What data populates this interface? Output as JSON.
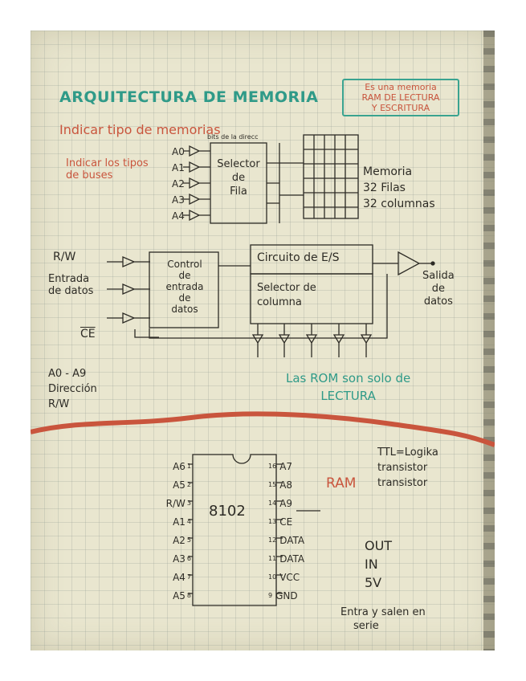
{
  "title": "ARQUITECTURA DE MEMORIA",
  "box_note": [
    "Es una memoria",
    "RAM DE LECTURA",
    "Y ESCRITURA"
  ],
  "red_notes": {
    "tipo_memoria": "Indicar tipo de memorias",
    "buses": [
      "Indicar los tipos",
      "de buses"
    ],
    "bus_label": "bits de la direcc"
  },
  "addr_inputs": [
    "A0",
    "A1",
    "A2",
    "A3",
    "A4"
  ],
  "row_selector": [
    "Selector",
    "de",
    "Fila"
  ],
  "memory_info": [
    "Memoria",
    "32 Filas",
    "32 columnas"
  ],
  "control_inputs": [
    "R/W",
    "Entrada de datos",
    "CE"
  ],
  "control_block": [
    "Control",
    "de",
    "entrada",
    "de",
    "datos"
  ],
  "io_circuit": "Circuito de E/S",
  "col_selector": [
    "Selector de",
    "columna"
  ],
  "output_label": [
    "Salida",
    "de",
    "datos"
  ],
  "rom_note": [
    "Las ROM son solo de",
    "LECTURA"
  ],
  "left_notes": [
    "A0 - A9",
    "Dirección",
    "R/W"
  ],
  "chip": {
    "name": "8102",
    "left_pins": [
      {
        "label": "A6",
        "num": "1"
      },
      {
        "label": "A5",
        "num": "2"
      },
      {
        "label": "R/W",
        "num": "3"
      },
      {
        "label": "A1",
        "num": "4"
      },
      {
        "label": "A2",
        "num": "5"
      },
      {
        "label": "A3",
        "num": "6"
      },
      {
        "label": "A4",
        "num": "7"
      },
      {
        "label": "A5",
        "num": "8"
      }
    ],
    "right_pins": [
      {
        "label": "A7",
        "num": "16"
      },
      {
        "label": "A8",
        "num": "15"
      },
      {
        "label": "A9",
        "num": "14"
      },
      {
        "label": "CE",
        "num": "13"
      },
      {
        "label": "DATA",
        "num": "12"
      },
      {
        "label": "DATA",
        "num": "11"
      },
      {
        "label": "VCC",
        "num": "10"
      },
      {
        "label": "GND",
        "num": "9"
      }
    ]
  },
  "ram_label": "RAM",
  "ttl_note": [
    "TTL=Logika",
    "transistor",
    "transistor"
  ],
  "pin_notes": [
    "OUT",
    "IN",
    "5V"
  ],
  "serial_note": [
    "Entra y salen en",
    "serie"
  ],
  "colors": {
    "paper": "#e9e6cf",
    "teal": "#2f9a88",
    "red": "#c9553d",
    "ink": "#2d2b25"
  }
}
